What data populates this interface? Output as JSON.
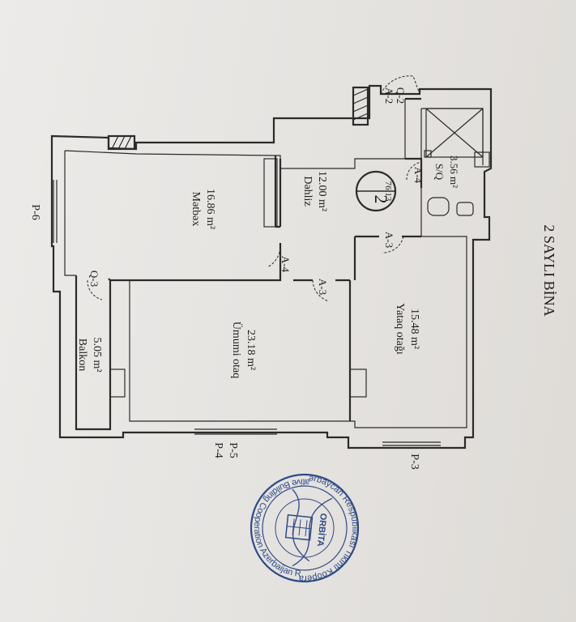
{
  "plan": {
    "title": "2 SAYLI BİNA",
    "apartment": {
      "number": "2",
      "area": "76.13"
    },
    "rooms": [
      {
        "id": "metbex",
        "name": "Mətbəx",
        "area": "16.86 m²"
      },
      {
        "id": "dehliz",
        "name": "Dəhliz",
        "area": "12.00 m²"
      },
      {
        "id": "umumi",
        "name": "Ümumi otaq",
        "area": "23.18 m²"
      },
      {
        "id": "yataq",
        "name": "Yataq otağı",
        "area": "15.48 m²"
      },
      {
        "id": "balkon",
        "name": "Balkon",
        "area": "5.05 m²"
      },
      {
        "id": "sq",
        "name": "S/Q",
        "area": "3.56 m²"
      }
    ],
    "door_labels": {
      "a2": "A-2",
      "q2": "Q-2",
      "a4_top": "A-4",
      "a4_mid": "A-4",
      "a3_right": "A-3",
      "a3_mid": "A-3",
      "q3": "Q-3"
    },
    "axis_labels": {
      "p6": "P-6",
      "p4": "P-4",
      "p5": "P-5",
      "p3": "P-3"
    }
  },
  "stamp": {
    "ring_text": "Azərbaycan Respublikası Tikinti Kooperativi",
    "name": "ORBİTA",
    "ring_text_en": "Cooperative Building Cooperation Azerbaijan Republic",
    "color": "#2e4a86"
  }
}
